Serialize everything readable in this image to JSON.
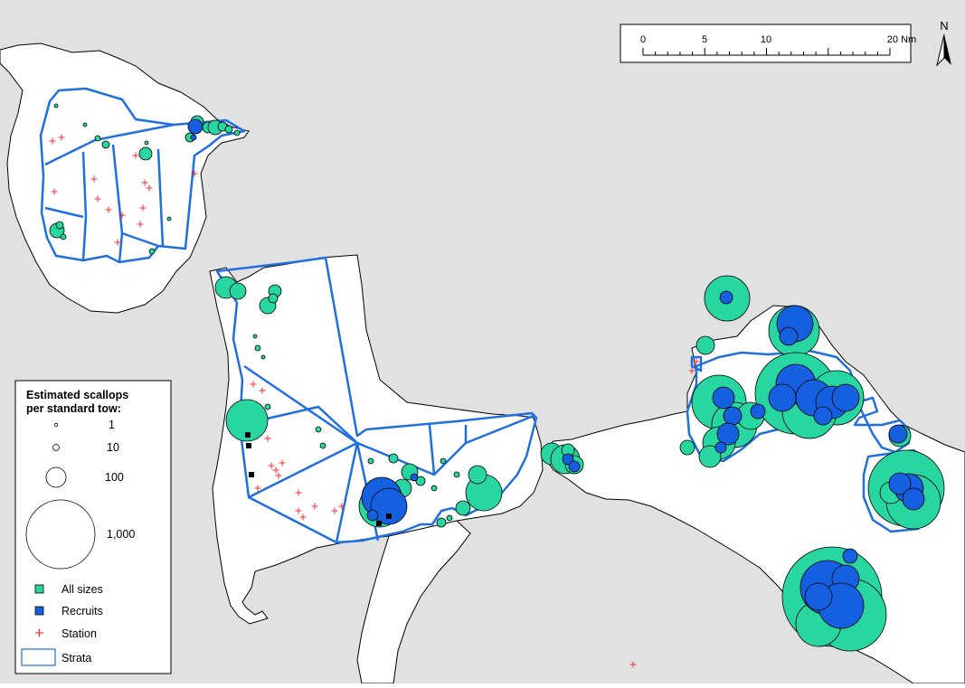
{
  "map": {
    "legend": {
      "title_line1": "Estimated scallops",
      "title_line2": "per standard tow:",
      "size_labels": [
        "1",
        "10",
        "100",
        "1,000"
      ],
      "all_sizes_label": "All sizes",
      "recruits_label": "Recruits",
      "station_label": "Station",
      "strata_label": "Strata"
    },
    "scale_bar": {
      "ticks": [
        "0",
        "5",
        "10",
        "20 Nm"
      ]
    },
    "north_arrow": {
      "label": "N"
    },
    "colors": {
      "land": "#e1e1e1",
      "sea": "#ffffff",
      "all_sizes": "#27d6a0",
      "recruits": "#1560e0",
      "station": "#ff2a2a",
      "strata": "#1f6fe0",
      "coast": "#000000"
    }
  }
}
